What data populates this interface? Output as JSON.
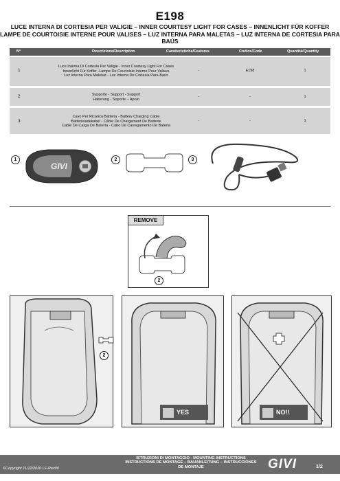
{
  "doc": {
    "code": "E198",
    "title_line1": "LUCE INTERNA DI CORTESIA PER VALIGIE – INNER COURTESY LIGHT FOR CASES – INNENLICHT FÜR KOFFER",
    "title_line2": "LAMPE DE COURTOISIE INTERNE POUR VALISES – LUZ INTERNA PARA MALETAS – LUZ INTERNA DE CORTESIA PARA BAÚS"
  },
  "table": {
    "headers": {
      "num": "N°",
      "desc": "Descrizione/Description",
      "feat": "Caratteristiche/Features",
      "code": "Codice/Code",
      "qty": "Quantità/Quantity"
    },
    "rows": [
      {
        "num": "1",
        "desc1": "Luce Interna Di Cortesia Per Valigie - Inner Courtesy Light For Cases",
        "desc2": "Innenlicht Für Koffer -Lampe De Courtoisie Interne Pour Valises",
        "desc3": "Luz Interna Para Maletas - Luz Interna De Cortesia Para Baús",
        "feat": "-",
        "code": "E198",
        "qty": "1"
      },
      {
        "num": "2",
        "desc1": "Supporto - Support - Support",
        "desc2": "Halterung - Soporte – Apoio",
        "desc3": "",
        "feat": "-",
        "code": "-",
        "qty": "1"
      },
      {
        "num": "3",
        "desc1": "Cavo Per Ricarica Batteria - Battery Charging Cable",
        "desc2": "Batterieladekabel - Câble De Chargement De Batterie",
        "desc3": "Cable De Carga De Batería - Cabo De Carregamento De Bateria",
        "feat": "-",
        "code": "-",
        "qty": "1"
      }
    ]
  },
  "parts": {
    "n1": "1",
    "n2": "2",
    "n3": "3",
    "logo_text": "GIVI"
  },
  "remove": {
    "label": "REMOVE",
    "num": "2"
  },
  "steps": {
    "num": "2",
    "yes": "YES",
    "no": "NO!!"
  },
  "footer": {
    "copyright": "©Copyright 11/12/2020 LF-Rev00",
    "line1": "ISTRUZIONI DI MONTAGGIO  -  MOUNTING INSTRUCTIONS",
    "line2": "INSTRUCTIONS DE MONTAGE – BAUANLEITUNG – INSTRUCCIONES",
    "line3": "DE MONTAJE",
    "logo": "GIVI",
    "page": "1/2"
  }
}
